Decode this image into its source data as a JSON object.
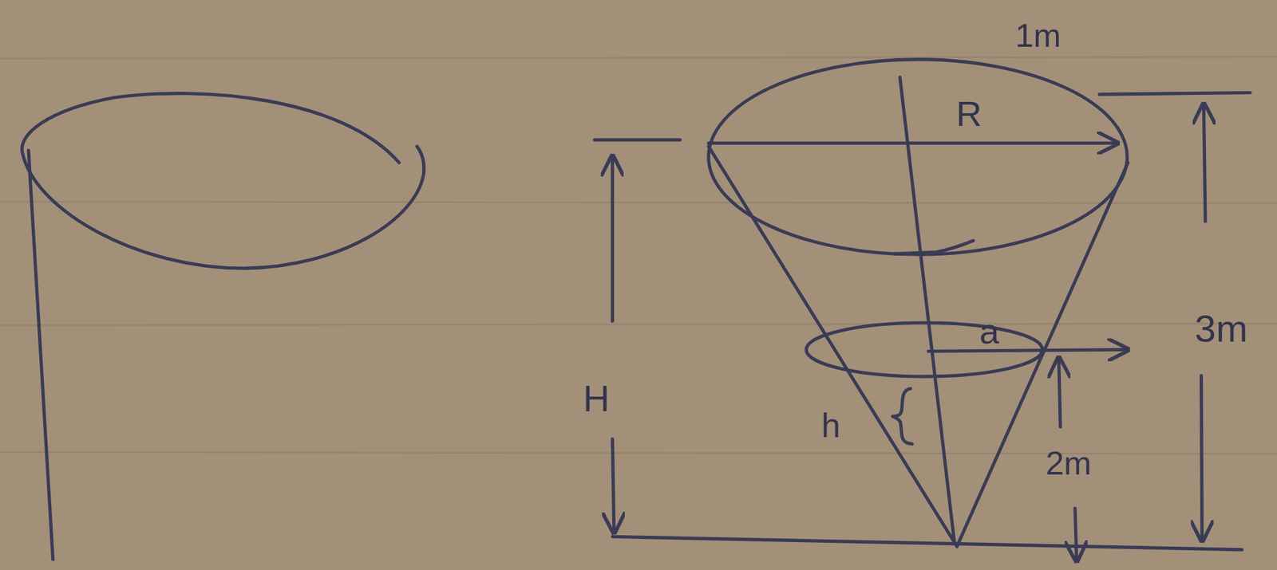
{
  "diagram": {
    "labels": [
      "1m",
      "R",
      "a",
      "3m",
      "H",
      "h",
      "2m"
    ]
  }
}
